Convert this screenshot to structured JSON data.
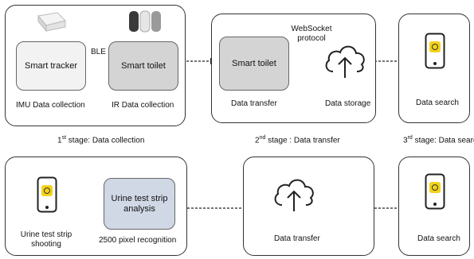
{
  "stage1": {
    "tracker_label": "Smart tracker",
    "toilet_label": "Smart toilet",
    "link_label": "BLE",
    "imu_caption": "IMU Data collection",
    "ir_caption": "IR Data collection",
    "title_prefix": "1",
    "title_sup": "st",
    "title_rest": " stage: Data collection"
  },
  "stage2": {
    "toilet_label": "Smart toilet",
    "protocol_line1": "WebSocket",
    "protocol_line2": "protocol",
    "transfer_caption": "Data transfer",
    "storage_caption": "Data storage",
    "title_prefix": "2",
    "title_sup": "nd",
    "title_rest": " stage : Data transfer"
  },
  "stage3": {
    "search_caption": "Data search",
    "title_prefix": "3",
    "title_sup": "rd",
    "title_rest": " stage: Data search"
  },
  "row2": {
    "strip_shoot_line1": "Urine test strip",
    "strip_shoot_line2": "shooting",
    "analysis_line1": "Urine test strip",
    "analysis_line2": "analysis",
    "pixel_caption": "2500 pixel recognition",
    "transfer_caption": "Data transfer",
    "search_caption": "Data search"
  },
  "colors": {
    "tracker_fill": "#f2f2f2",
    "toilet_fill": "#d4d4d4",
    "analysis_fill": "#d0d8e6",
    "phone_screen": "#f3d21b"
  },
  "icons": [
    "smart-tracker-device-icon",
    "smart-toilet-device-icon",
    "cloud-upload-icon",
    "smartphone-app-icon"
  ]
}
